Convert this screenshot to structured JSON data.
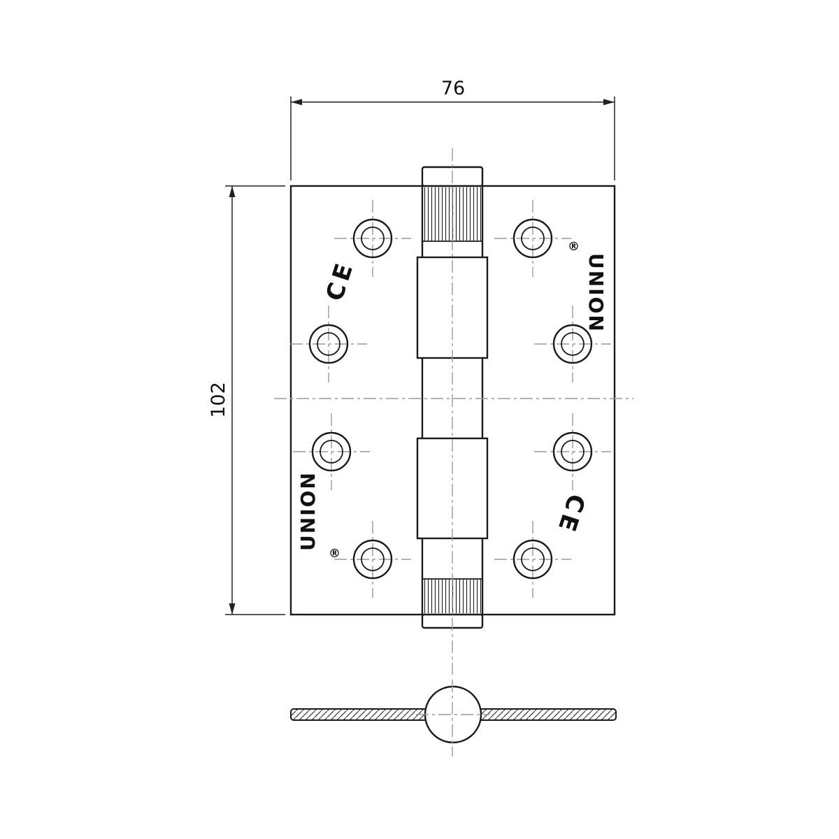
{
  "drawing": {
    "type": "technical-drawing",
    "subject": "door hinge with ball bearing knuckle, front view and bottom section view",
    "dimension_width": "76",
    "dimension_height": "102",
    "brand_name": "UNION",
    "registered_mark": "®",
    "ce_mark": "CE"
  }
}
